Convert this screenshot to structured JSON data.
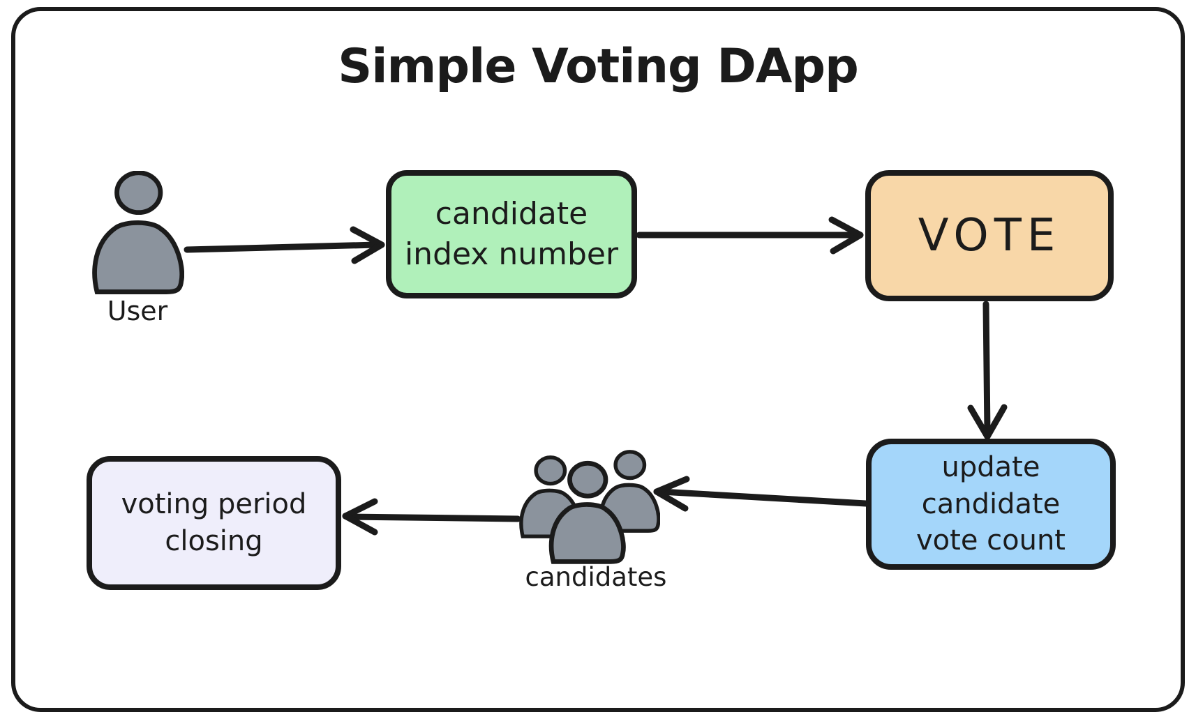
{
  "title": "Simple Voting DApp",
  "diagram": {
    "nodes": [
      {
        "id": "user",
        "type": "actor",
        "label": "User"
      },
      {
        "id": "candidate-index",
        "type": "process",
        "label_line1": "candidate",
        "label_line2": "index number",
        "fill": "#b0f0ba"
      },
      {
        "id": "vote",
        "type": "process",
        "label": "VOTE",
        "fill": "#f8d7a8"
      },
      {
        "id": "update-count",
        "type": "process",
        "label_line1": "update candidate",
        "label_line2": "vote count",
        "fill": "#a4d6fa"
      },
      {
        "id": "candidates",
        "type": "actor-group",
        "label": "candidates"
      },
      {
        "id": "voting-period-closing",
        "type": "process",
        "label_line1": "voting period",
        "label_line2": "closing",
        "fill": "#efeefb"
      }
    ],
    "edges": [
      {
        "from": "user",
        "to": "candidate-index"
      },
      {
        "from": "candidate-index",
        "to": "vote"
      },
      {
        "from": "vote",
        "to": "update-count"
      },
      {
        "from": "update-count",
        "to": "candidates"
      },
      {
        "from": "candidates",
        "to": "voting-period-closing"
      }
    ],
    "colors": {
      "stroke": "#1b1b1b",
      "background": "#ffffff",
      "actor_fill": "#8b939d",
      "green": "#b0f0ba",
      "orange": "#f8d7a8",
      "blue": "#a4d6fa",
      "lavender": "#efeefb"
    }
  }
}
